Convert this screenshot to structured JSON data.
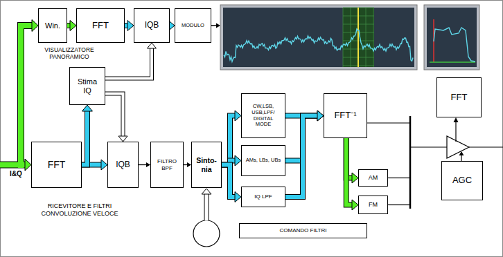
{
  "diagram": {
    "nodes": [
      {
        "text": [
          "Win."
        ]
      },
      {
        "text": [
          "FFT"
        ]
      },
      {
        "text": [
          "IQB"
        ]
      },
      {
        "text": [
          "MODULO"
        ]
      },
      {
        "text": [
          "Stima IQ"
        ]
      },
      {
        "text": [
          "FFT"
        ]
      },
      {
        "text": [
          "IQB"
        ]
      },
      {
        "text": [
          "FILTRO BPF"
        ]
      },
      {
        "text": [
          "Sinto- nia"
        ]
      },
      {
        "text": [
          "CW,LSB, USB,LPF/ DIGITAL MODE"
        ]
      },
      {
        "text": [
          "AMs, LBs, UBs"
        ]
      },
      {
        "text": [
          "IQ LPF"
        ]
      },
      {
        "text": [
          "FFT⁻¹"
        ]
      },
      {
        "text": [
          "AM"
        ]
      },
      {
        "text": [
          "FM"
        ]
      },
      {
        "text": [
          "FFT"
        ]
      },
      {
        "text": [
          "AGC"
        ]
      },
      {
        "text": [
          "COMANDO FILTRI"
        ]
      }
    ],
    "edges": [
      {
        "from": 0,
        "to": 1,
        "arrow": "to"
      },
      {
        "from": 1,
        "to": 2,
        "arrow": "to"
      },
      {
        "from": 2,
        "to": 3,
        "arrow": "to"
      },
      {
        "from": 5,
        "to": 6,
        "arrow": "to"
      },
      {
        "from": 5,
        "to": 4,
        "arrow": "to"
      },
      {
        "from": 4,
        "to": 2,
        "arrow": "to"
      },
      {
        "from": 4,
        "to": 6,
        "arrow": "to"
      },
      {
        "from": 6,
        "to": 7,
        "arrow": "to"
      },
      {
        "from": 7,
        "to": 8,
        "arrow": "to"
      },
      {
        "from": 8,
        "to": 9,
        "arrow": "to"
      },
      {
        "from": 8,
        "to": 10,
        "arrow": "to"
      },
      {
        "from": 8,
        "to": 11,
        "arrow": "to"
      },
      {
        "from": 9,
        "to": 12,
        "arrow": "to"
      },
      {
        "from": 10,
        "to": 12,
        "arrow": "to"
      },
      {
        "from": 11,
        "to": 12,
        "arrow": "to"
      },
      {
        "from": 12,
        "to": 13,
        "arrow": "to"
      },
      {
        "from": 12,
        "to": 14,
        "arrow": "to"
      }
    ],
    "labels": [
      "I&Q",
      "VISUALIZZATORE PANORAMICO",
      "RICEVITORE E FILTRI CONVOLUZIONE VELOCE"
    ]
  }
}
